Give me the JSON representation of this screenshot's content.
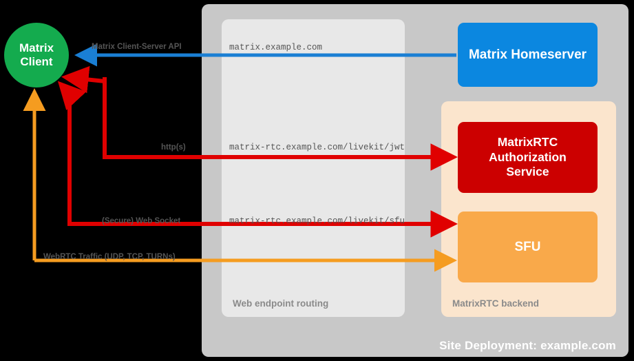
{
  "diagram": {
    "title": "Site Deployment: example.com",
    "background_color": "#000000"
  },
  "client": {
    "name": "matrix-client",
    "line1": "Matrix",
    "line2": "Client",
    "color": "#14ab4e"
  },
  "containers": [
    {
      "name": "site-deployment",
      "label": "Site Deployment: example.com",
      "color": "#c8c8c8"
    },
    {
      "name": "web-endpoint-routing",
      "label": "Web endpoint routing",
      "color": "#e8e8e8"
    },
    {
      "name": "matrixrtc-backend",
      "label": "MatrixRTC backend",
      "color": "#fbe5cd"
    }
  ],
  "services": {
    "homeserver": {
      "label": "Matrix Homeserver",
      "color": "#0b87e0"
    },
    "authorization": {
      "line1": "MatrixRTC",
      "line2": "Authorization",
      "line3": "Service",
      "color": "#cc0000"
    },
    "sfu": {
      "label": "SFU",
      "color": "#f9a94a"
    }
  },
  "connections": [
    {
      "name": "matrix-client-server-api",
      "protocol": "Matrix Client-Server API",
      "endpoint": "matrix.example.com",
      "color": "#1a7fd4",
      "target": "Matrix Homeserver"
    },
    {
      "name": "jwt-http",
      "protocol": "http(s)",
      "endpoint": "matrix-rtc.example.com/livekit/jwt",
      "color": "#e00000",
      "target": "MatrixRTC Authorization Service"
    },
    {
      "name": "sfu-websocket",
      "protocol": "(Secure) Web Socket",
      "endpoint": "matrix-rtc.example.com/livekit/sfu",
      "color": "#e00000",
      "target": "SFU"
    },
    {
      "name": "webrtc-media",
      "protocol": "WebRTC Traffic (UDP, TCP, TURNs)",
      "endpoint": "",
      "color": "#f59c20",
      "target": "SFU"
    }
  ]
}
